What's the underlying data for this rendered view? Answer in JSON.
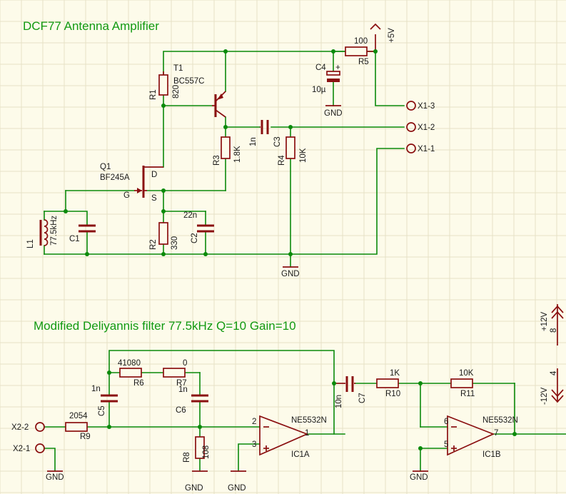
{
  "titles": {
    "amplifier": "DCF77 Antenna Amplifier",
    "filter": "Modified Deliyannis filter  77.5kHz Q=10 Gain=10"
  },
  "colors": {
    "background": "#fdfbea",
    "wire": "#0b8a0b",
    "component": "#8a0f10",
    "title": "#119911",
    "grid": "#e6e2c6"
  },
  "amplifier": {
    "T1": {
      "name": "T1",
      "value": "BC557C"
    },
    "Q1": {
      "name": "Q1",
      "value": "BF245A",
      "pin_g": "G",
      "pin_d": "D",
      "pin_s": "S"
    },
    "R1": {
      "name": "R1",
      "value": "820"
    },
    "R2": {
      "name": "R2",
      "value": "330"
    },
    "R3": {
      "name": "R3",
      "value": "1.8K"
    },
    "R4": {
      "name": "R4",
      "value": "10K"
    },
    "R5": {
      "name": "R5",
      "value": "100"
    },
    "C1": {
      "name": "C1"
    },
    "C2": {
      "name": "C2",
      "value": "22n"
    },
    "C3": {
      "name": "C3",
      "value": "1n"
    },
    "C4": {
      "name": "C4",
      "value": "10µ",
      "polarity": "+"
    },
    "L1": {
      "name": "L1",
      "value": "77.5kHz"
    },
    "supply": "+5V",
    "gnd_c4": "GND",
    "gnd_main": "GND",
    "connectors": [
      "X1-3",
      "X1-2",
      "X1-1"
    ]
  },
  "filter": {
    "R6": {
      "name": "R6",
      "value": "41080"
    },
    "R7": {
      "name": "R7",
      "value": "0"
    },
    "R8": {
      "name": "R8",
      "value": "108"
    },
    "R9": {
      "name": "R9",
      "value": "2054"
    },
    "R10": {
      "name": "R10",
      "value": "1K"
    },
    "R11": {
      "name": "R11",
      "value": "10K"
    },
    "C5": {
      "name": "C5",
      "value": "1n"
    },
    "C6": {
      "name": "C6",
      "value": "1n"
    },
    "C7": {
      "name": "C7",
      "value": "10n"
    },
    "IC1A": {
      "name": "IC1A",
      "part": "NE5532N",
      "pin_inv": "2",
      "pin_noninv": "3",
      "pin_out": "1"
    },
    "IC1B": {
      "name": "IC1B",
      "part": "NE5532N",
      "pin_inv": "6",
      "pin_noninv": "5",
      "pin_out": "7"
    },
    "connectors": [
      "X2-2",
      "X2-1"
    ],
    "gnd_x2": "GND",
    "gnd_r8": "GND",
    "gnd_ic1a": "GND",
    "gnd_ic1b": "GND",
    "power": {
      "pos": "+12V",
      "pos_pin": "8",
      "neg": "-12V",
      "neg_pin": "4"
    }
  }
}
